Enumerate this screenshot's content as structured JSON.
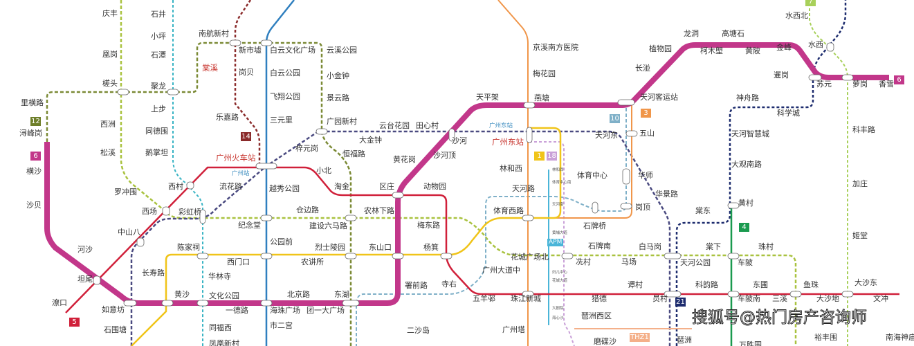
{
  "lines": {
    "l6": {
      "color": "#c2378a",
      "badge": "6"
    },
    "l5": {
      "color": "#d0203a",
      "badge": "5"
    },
    "l1": {
      "color": "#f0c419",
      "badge": "1"
    },
    "l2": {
      "color": "#2f7fbf"
    },
    "l3": {
      "color": "#f0964a",
      "badge": "3"
    },
    "l12": {
      "color": "#7b8a35",
      "badge": "12"
    },
    "l8g": {
      "color": "#a9c23f"
    },
    "l7": {
      "color": "#a8d05a",
      "badge": "7"
    },
    "l11": {
      "color": "#4a4a80"
    },
    "l21": {
      "color": "#1d2c6e",
      "badge": "21"
    },
    "l8": {
      "color": "#39b4c4"
    },
    "l10": {
      "color": "#7fb0c8",
      "badge": "10"
    },
    "l14": {
      "color": "#8a2a2a",
      "badge": "14"
    },
    "l18": {
      "color": "#c9a0d8",
      "badge": "18"
    },
    "apm": {
      "color": "#4ab5d8",
      "badge": "APM"
    },
    "l4": {
      "color": "#1a9a4f",
      "badge": "4"
    },
    "thz1": {
      "color": "#f4b08a",
      "badge": "THZ1"
    }
  },
  "badges": [
    {
      "label": "12",
      "color": "#6e7f2a"
    },
    {
      "label": "6",
      "color": "#c2378a"
    },
    {
      "label": "5",
      "color": "#d0203a"
    },
    {
      "label": "14",
      "color": "#8a2a2a"
    },
    {
      "label": "10",
      "color": "#7fb0c8"
    },
    {
      "label": "3",
      "color": "#f0964a"
    },
    {
      "label": "1",
      "color": "#f0c419"
    },
    {
      "label": "18",
      "color": "#c9a0d8"
    },
    {
      "label": "4",
      "color": "#1a9a4f"
    },
    {
      "label": "21",
      "color": "#1d2c6e"
    },
    {
      "label": "6",
      "color": "#c2378a"
    },
    {
      "label": "7",
      "color": "#a8d05a"
    },
    {
      "label": "THZ1",
      "color": "#f4b08a"
    }
  ],
  "stations": [
    "庆丰",
    "石井",
    "小坪",
    "凰岗",
    "石潭",
    "南航新村",
    "新市墟",
    "白云文化广场",
    "云溪公园",
    "棠溪",
    "岗贝",
    "白云公园",
    "小金钟",
    "槎头",
    "聚龙",
    "飞翔公园",
    "景云路",
    "里横路",
    "上步",
    "乐嘉路",
    "三元里",
    "广园新村",
    "西洲",
    "同德围",
    "浔峰岗",
    "云台花园",
    "田心村",
    "天平架",
    "燕塘",
    "京溪南方医院",
    "梅花园",
    "松溪",
    "鹅掌坦",
    "梓元岗",
    "大金钟",
    "恒福路",
    "沙河",
    "沙河顶",
    "黄花岗",
    "广州火车站",
    "广州站",
    "广州东站",
    "广州东站",
    "横沙",
    "小北",
    "林和西",
    "天河东",
    "五山",
    "天河客运站",
    "长湴",
    "植物园",
    "龙洞",
    "柯木塱",
    "高塘石",
    "黄陂",
    "金峰",
    "暹岗",
    "水西北",
    "水西",
    "苏元",
    "萝岗",
    "香雪",
    "神舟路",
    "科学城",
    "科丰路",
    "天河智慧城",
    "大观南路",
    "加庄",
    "华师",
    "华景路",
    "体育中心",
    "天河路",
    "西村",
    "流花路",
    "越秀公园",
    "淘金",
    "区庄",
    "动物园",
    "罗冲围",
    "沙贝",
    "西场",
    "彩虹桥",
    "仓边路",
    "农林下路",
    "体育西路",
    "石牌桥",
    "岗顶",
    "棠东",
    "黄村",
    "纪念堂",
    "建设六马路",
    "梅东路",
    "姬堂",
    "中山八",
    "公园前",
    "烈士陵园",
    "东山口",
    "杨箕",
    "陈家祠",
    "河沙",
    "石牌南",
    "白马岗",
    "棠下",
    "珠村",
    "西门口",
    "农讲所",
    "冼村",
    "马场",
    "天河公园",
    "车陂",
    "长寿路",
    "华林寺",
    "广州大道中",
    "坦尾",
    "黄沙",
    "文化公园",
    "署前路",
    "寺右",
    "北京路",
    "东湖",
    "谭村",
    "科韵路",
    "东圃",
    "鱼珠",
    "大沙东",
    "潦口",
    "一德路",
    "海珠广场",
    "团一大广场",
    "五羊邨",
    "珠江新城",
    "猎德",
    "员村",
    "车陂南",
    "三溪",
    "大沙地",
    "文冲",
    "如意坊",
    "石围塘",
    "同福西",
    "市二宫",
    "二沙岛",
    "广州塔",
    "琶洲西区",
    "磨碟沙",
    "琶洲",
    "凤凰新村",
    "裕丰围",
    "南海神庙",
    "万胜围",
    "花城广场北"
  ],
  "apm_stations": [
    "林和西",
    "体育中心南",
    "天河南",
    "黄埔大道",
    "妇儿中心",
    "花城大道",
    "大剧院",
    "海心沙"
  ],
  "apm_label": "APM",
  "watermark": "搜狐号@热门房产咨询师"
}
